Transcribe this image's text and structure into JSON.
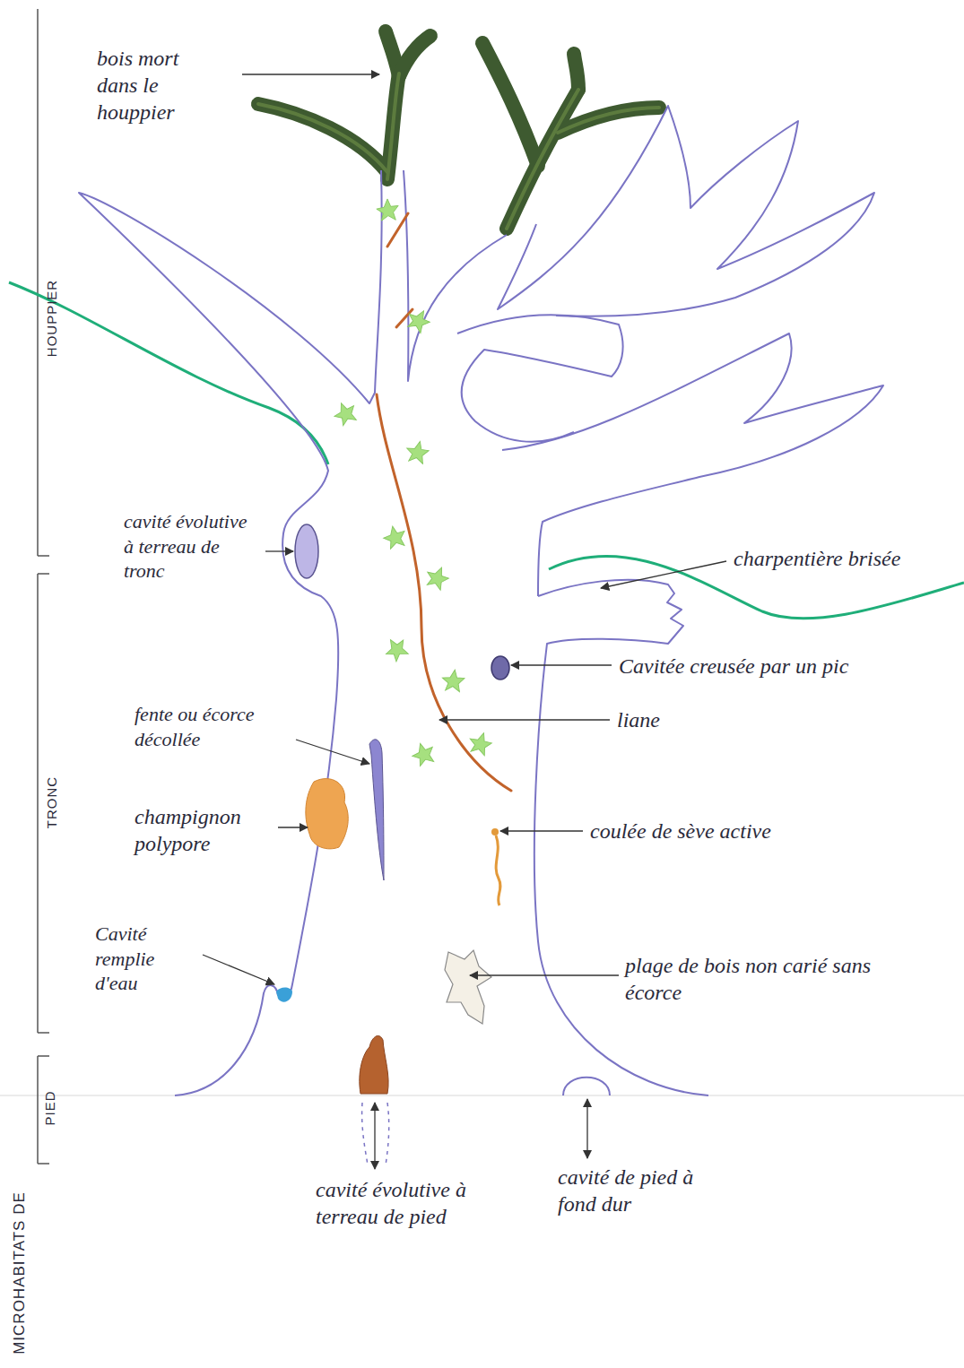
{
  "diagram": {
    "labels": [
      "bois mort dans le houppier",
      "cavité évolutive à terreau de tronc",
      "charpentière brisée",
      "Cavitée creusée par un pic",
      "liane",
      "fente ou écorce décollée",
      "champignon polypore",
      "coulée de sève active",
      "Cavité remplie d'eau",
      "plage de bois non carié sans écorce",
      "cavité évolutive à terreau de pied",
      "cavité de pied à fond dur",
      "HOUPPIER",
      "TRONC",
      "PIED",
      "MICROHABITATS DE"
    ]
  }
}
